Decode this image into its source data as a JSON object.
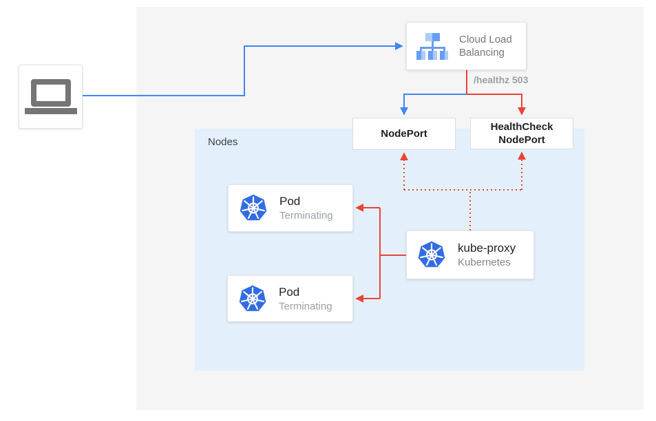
{
  "colors": {
    "blue_line": "#4285f4",
    "red_line": "#ea4335",
    "panel_bg": "#f5f5f5",
    "nodes_bg": "#e3f0fc",
    "card_border": "#dadce0",
    "text_dark": "#202124",
    "text_gray": "#757575",
    "text_light_gray": "#9aa0a6",
    "kubernetes_blue": "#326ce5",
    "gcp_icon_light": "#aecbfa",
    "gcp_icon_medium": "#669df6",
    "laptop_gray": "#757575"
  },
  "cloud_load_balancing": {
    "label": "Cloud Load Balancing"
  },
  "healthz_label": "/healthz 503",
  "nodeport": {
    "label": "NodePort"
  },
  "healthcheck_nodeport": {
    "label": "HealthCheck NodePort"
  },
  "nodes_group": {
    "label": "Nodes"
  },
  "pods": [
    {
      "title": "Pod",
      "status": "Terminating"
    },
    {
      "title": "Pod",
      "status": "Terminating"
    }
  ],
  "kube_proxy": {
    "title": "kube-proxy",
    "subtitle": "Kubernetes"
  },
  "icons": {
    "laptop": "laptop-icon",
    "cloud_load_balancing": "cloud-load-balancing-icon",
    "kubernetes": "kubernetes-icon"
  }
}
